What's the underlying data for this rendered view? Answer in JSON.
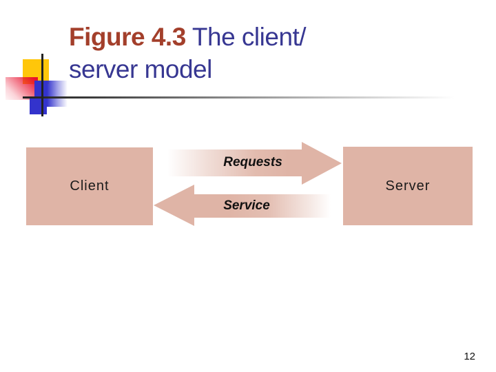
{
  "slide": {
    "title": {
      "figure_label": "Figure 4.3",
      "line1_rest": " The client/",
      "line2": "server model"
    },
    "diagram": {
      "client_label": "Client",
      "server_label": "Server",
      "requests_label": "Requests",
      "service_label": "Service"
    },
    "page_number": "12",
    "colors": {
      "figure_label": "#A33F2B",
      "title_text": "#373792",
      "box_fill": "#DFB4A6",
      "deco_yellow": "#FFC60A",
      "deco_red": "#E8102E",
      "deco_blue": "#3333CC"
    }
  }
}
